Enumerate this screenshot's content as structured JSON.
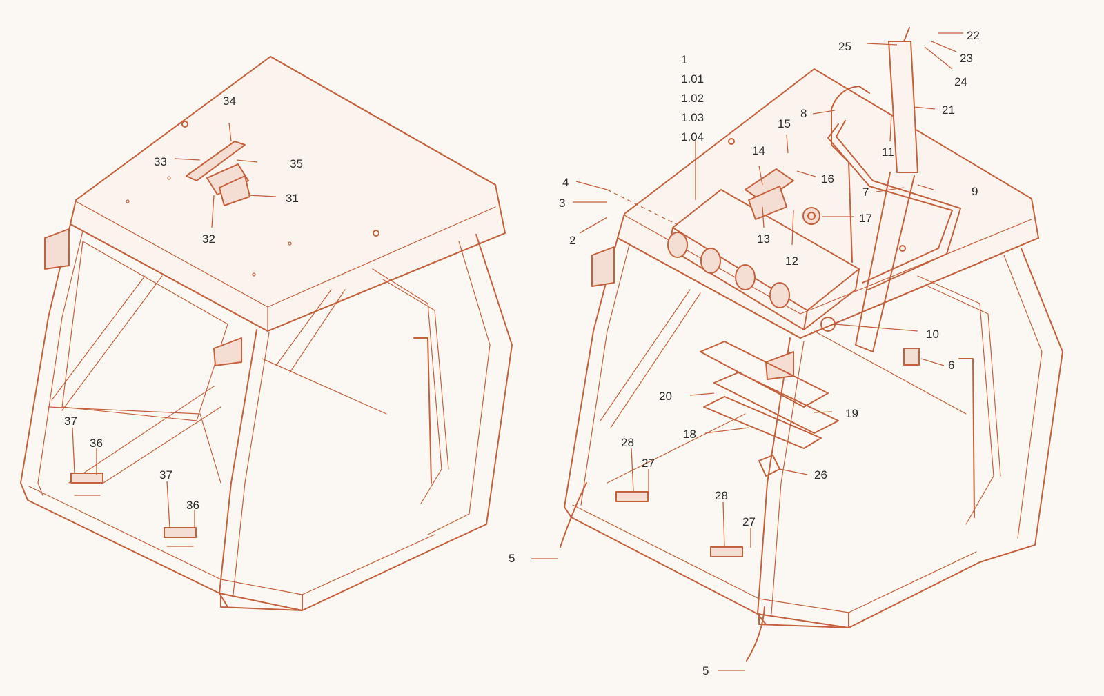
{
  "colors": {
    "line": "#c4613d",
    "text": "#2b2b2b",
    "background": "#fbf7f2"
  },
  "labels": {
    "l1": "1",
    "l1_01": "1.01",
    "l1_02": "1.02",
    "l1_03": "1.03",
    "l1_04": "1.04",
    "l2": "2",
    "l3": "3",
    "l4": "4",
    "l5a": "5",
    "l5b": "5",
    "l6": "6",
    "l7": "7",
    "l8": "8",
    "l9": "9",
    "l10": "10",
    "l11": "11",
    "l12": "12",
    "l13": "13",
    "l14": "14",
    "l15": "15",
    "l16": "16",
    "l17": "17",
    "l18": "18",
    "l19": "19",
    "l20": "20",
    "l21": "21",
    "l22": "22",
    "l23": "23",
    "l24": "24",
    "l25": "25",
    "l26": "26",
    "l27a": "27",
    "l27b": "27",
    "l28a": "28",
    "l28b": "28",
    "l31": "31",
    "l32": "32",
    "l33": "33",
    "l34": "34",
    "l35": "35",
    "l36a": "36",
    "l36b": "36",
    "l37a": "37",
    "l37b": "37"
  }
}
